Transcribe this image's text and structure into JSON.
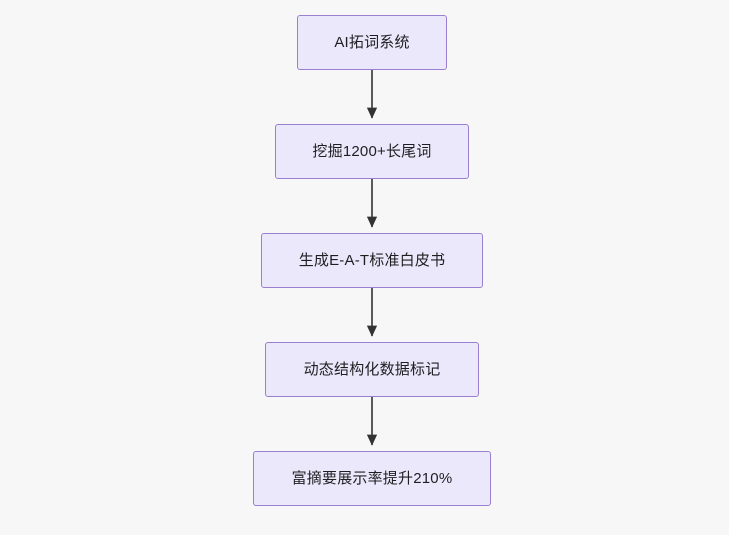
{
  "diagram": {
    "type": "flowchart",
    "direction": "top-to-bottom",
    "background_color": "#f7f7f8",
    "node_fill": "#ece8fb",
    "node_border": "#9a7fd1",
    "arrow_color": "#333333",
    "nodes": [
      {
        "id": "n1",
        "label": "AI拓词系统"
      },
      {
        "id": "n2",
        "label": "挖掘1200+长尾词"
      },
      {
        "id": "n3",
        "label": "生成E-A-T标准白皮书"
      },
      {
        "id": "n4",
        "label": "动态结构化数据标记"
      },
      {
        "id": "n5",
        "label": "富摘要展示率提升210%"
      }
    ],
    "edges": [
      {
        "from": "n1",
        "to": "n2",
        "label": ""
      },
      {
        "from": "n2",
        "to": "n3",
        "label": ""
      },
      {
        "from": "n3",
        "to": "n4",
        "label": ""
      },
      {
        "from": "n4",
        "to": "n5",
        "label": ""
      }
    ]
  }
}
